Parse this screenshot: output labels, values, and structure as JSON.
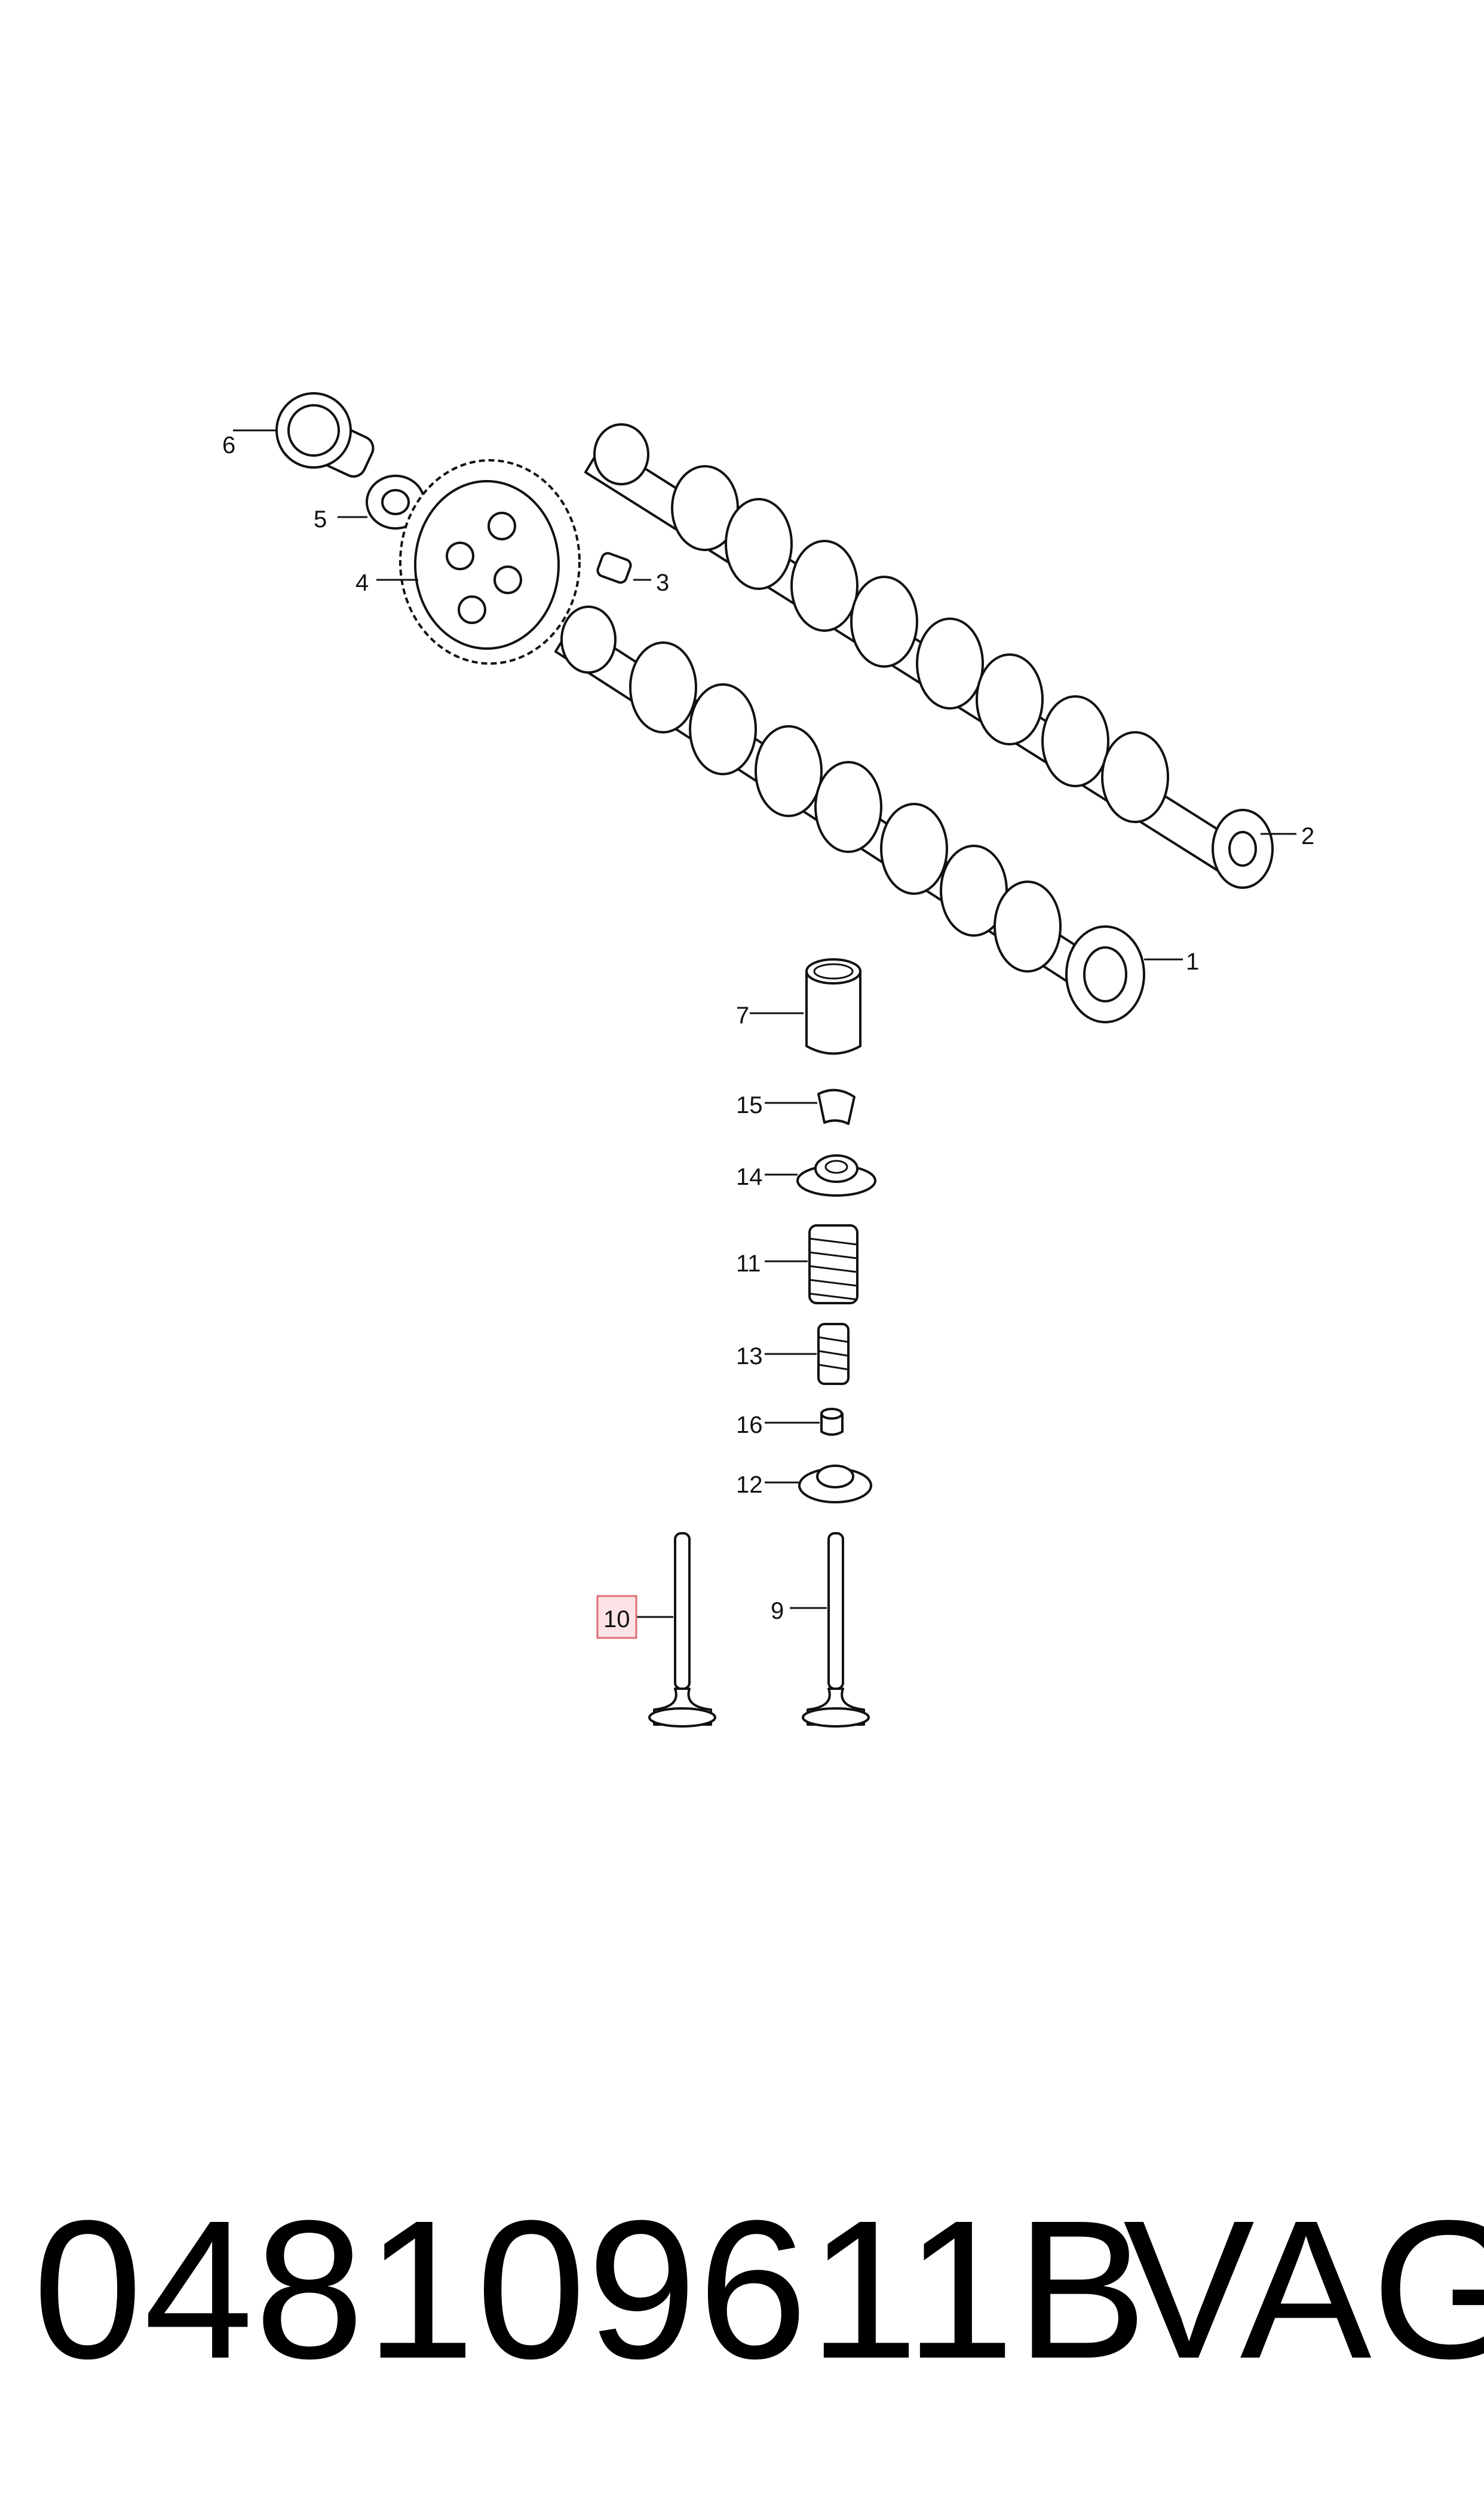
{
  "callouts": {
    "c1": "1",
    "c2": "2",
    "c3": "3",
    "c4": "4",
    "c5": "5",
    "c6": "6",
    "c7": "7",
    "c9": "9",
    "c10": "10",
    "c11": "11",
    "c12": "12",
    "c13": "13",
    "c14": "14",
    "c15": "15",
    "c16": "16"
  },
  "highlighted_callout": "10",
  "footer": {
    "part_number": "048109611B",
    "brand": "VAG"
  },
  "colors": {
    "highlight_fill": "#fde3e5",
    "highlight_stroke": "#e06b74",
    "line": "#111111"
  }
}
